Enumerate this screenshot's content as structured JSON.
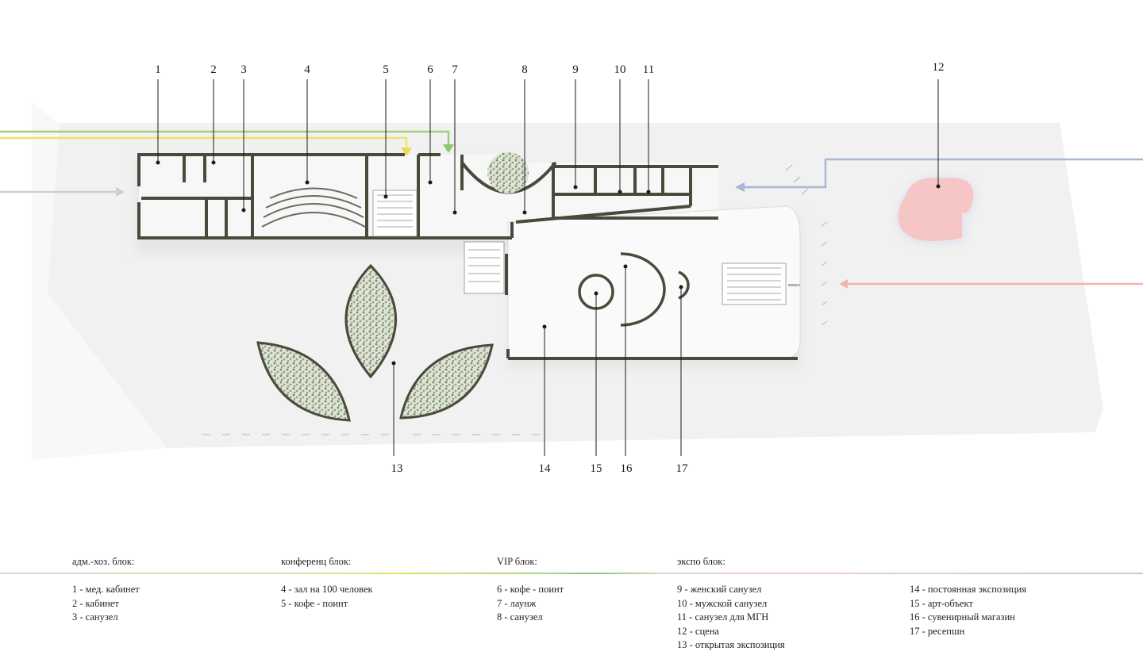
{
  "plan": {
    "numbers": [
      "1",
      "2",
      "3",
      "4",
      "5",
      "6",
      "7",
      "8",
      "9",
      "10",
      "11",
      "12",
      "13",
      "14",
      "15",
      "16",
      "17"
    ],
    "stair_label": "вверх",
    "colors": {
      "wall": "#4a4a3c",
      "floor": "#f3f3f3",
      "ground": "#f1f1f1",
      "green_path": "#9ed07a",
      "yellow_path": "#ede26a",
      "gray_path": "#c8c8c8",
      "blue_path": "#aab6d6",
      "pink_path": "#f2b4b4",
      "stage": "#f6c6c6",
      "tree": "#7a8e6a"
    }
  },
  "legend": {
    "groups": [
      {
        "title": "адм.-хоз. блок:",
        "items": [
          "1 - мед. кабинет",
          "2 - кабинет",
          "3 - санузел"
        ]
      },
      {
        "title": "конференц блок:",
        "items": [
          "4 - зал на 100 человек",
          "5 - кофе - поинт"
        ]
      },
      {
        "title": "VIP блок:",
        "items": [
          "6 - кофе - поинт",
          "7 - лаунж",
          "8 - санузел"
        ]
      },
      {
        "title": "экспо блок:",
        "items": [
          "9 - женский санузел",
          "10 - мужской санузел",
          "11 - санузел для МГН",
          "12 - сцена",
          "13 - открытая экспозиция"
        ]
      },
      {
        "title": "",
        "items": [
          "14 - постоянная экспозиция",
          "15 - арт-объект",
          "16 - сувенирный магазин",
          "17 - ресепшн"
        ]
      }
    ]
  }
}
